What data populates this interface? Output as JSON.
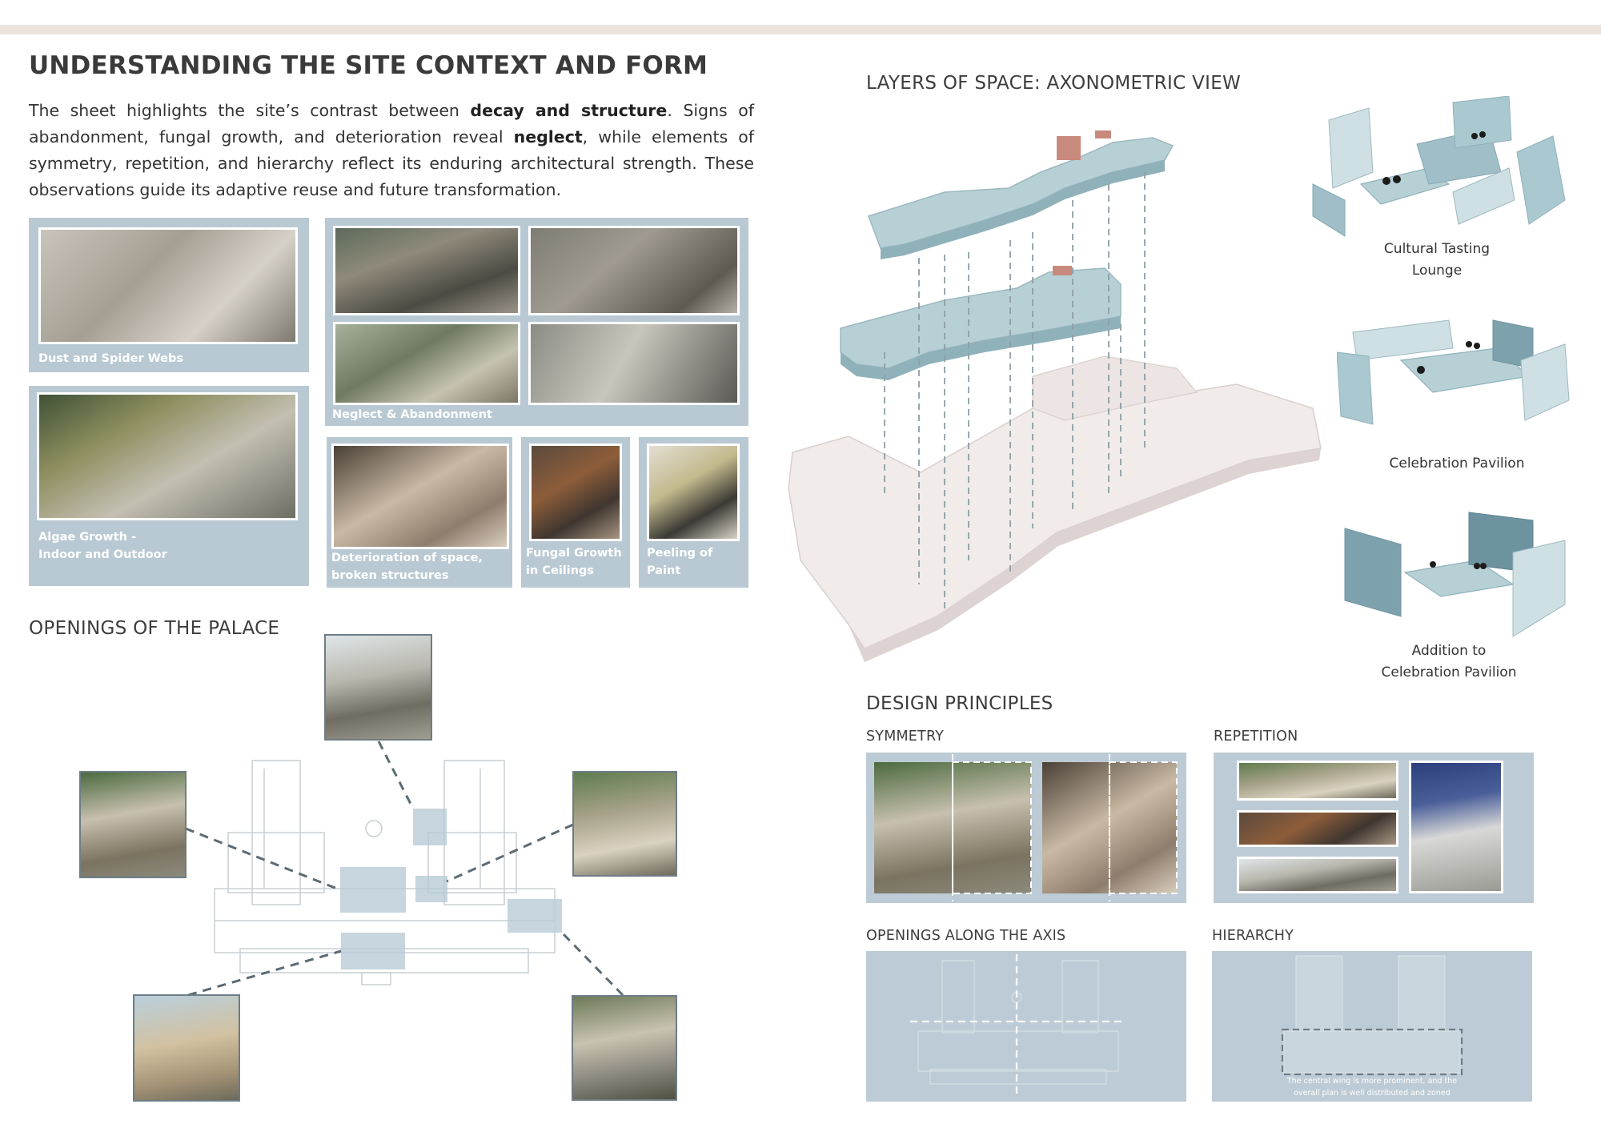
{
  "header": {
    "title": "UNDERSTANDING THE SITE CONTEXT AND FORM",
    "intro_before_bold1": "The sheet highlights the site’s contrast between ",
    "intro_bold1": "decay and structure",
    "intro_between": ". Signs of abandonment, fungal growth, and deterioration reveal ",
    "intro_bold2": "neglect",
    "intro_after": ", while elements of symmetry, repetition, and hierarchy reflect its enduring architectural strength. These observations guide its adaptive reuse and future transformation."
  },
  "condition_panels": {
    "dust": "Dust and Spider Webs",
    "neglect": "Neglect & Abandonment",
    "algae_line1": "Algae Growth -",
    "algae_line2": "Indoor and Outdoor",
    "deterioration_line1": "Deterioration of space,",
    "deterioration_line2": "broken structures",
    "fungal_line1": "Fungal Growth",
    "fungal_line2": "in Ceilings",
    "peeling_line1": "Peeling of",
    "peeling_line2": "Paint"
  },
  "openings": {
    "heading": "OPENINGS OF THE PALACE"
  },
  "axonometric": {
    "heading": "LAYERS OF SPACE: AXONOMETRIC VIEW",
    "caption1_line1": "Cultural Tasting",
    "caption1_line2": "Lounge",
    "caption2": "Celebration Pavilion",
    "caption3_line1": "Addition to",
    "caption3_line2": "Celebration Pavilion"
  },
  "principles": {
    "heading": "DESIGN PRINCIPLES",
    "symmetry": "SYMMETRY",
    "repetition": "REPETITION",
    "openings_axis": "OPENINGS ALONG THE AXIS",
    "hierarchy": "HIERARCHY",
    "hierarchy_note_line1": "The central wing is more prominent, and the",
    "hierarchy_note_line2": "overall plan is well distributed and zoned"
  },
  "colors": {
    "panel_blue": "#b9c9d3",
    "top_bar": "#ece4dc",
    "axon_blue": "#a9c4cc",
    "axon_pink": "#ede6e5",
    "accent_brick": "#c98a7e"
  }
}
